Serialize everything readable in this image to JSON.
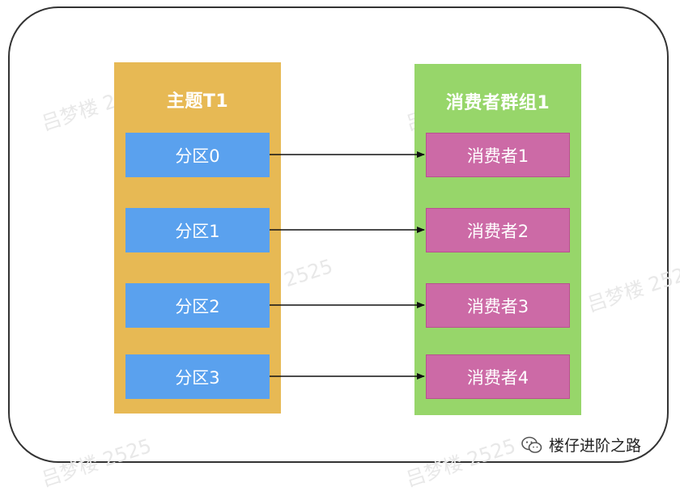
{
  "topic": {
    "title": "主题T1",
    "partitions": [
      "分区0",
      "分区1",
      "分区2",
      "分区3"
    ]
  },
  "group": {
    "title": "消费者群组1",
    "consumers": [
      "消费者1",
      "消费者2",
      "消费者3",
      "消费者4"
    ]
  },
  "watermark_text": "吕梦楼 2525",
  "brand": {
    "icon": "wechat-icon",
    "label": "楼仔进阶之路"
  },
  "colors": {
    "topic_panel": "#e7b954",
    "group_panel": "#97d66a",
    "partition_box": "#5aa1ee",
    "consumer_box": "#cc6aa6"
  }
}
